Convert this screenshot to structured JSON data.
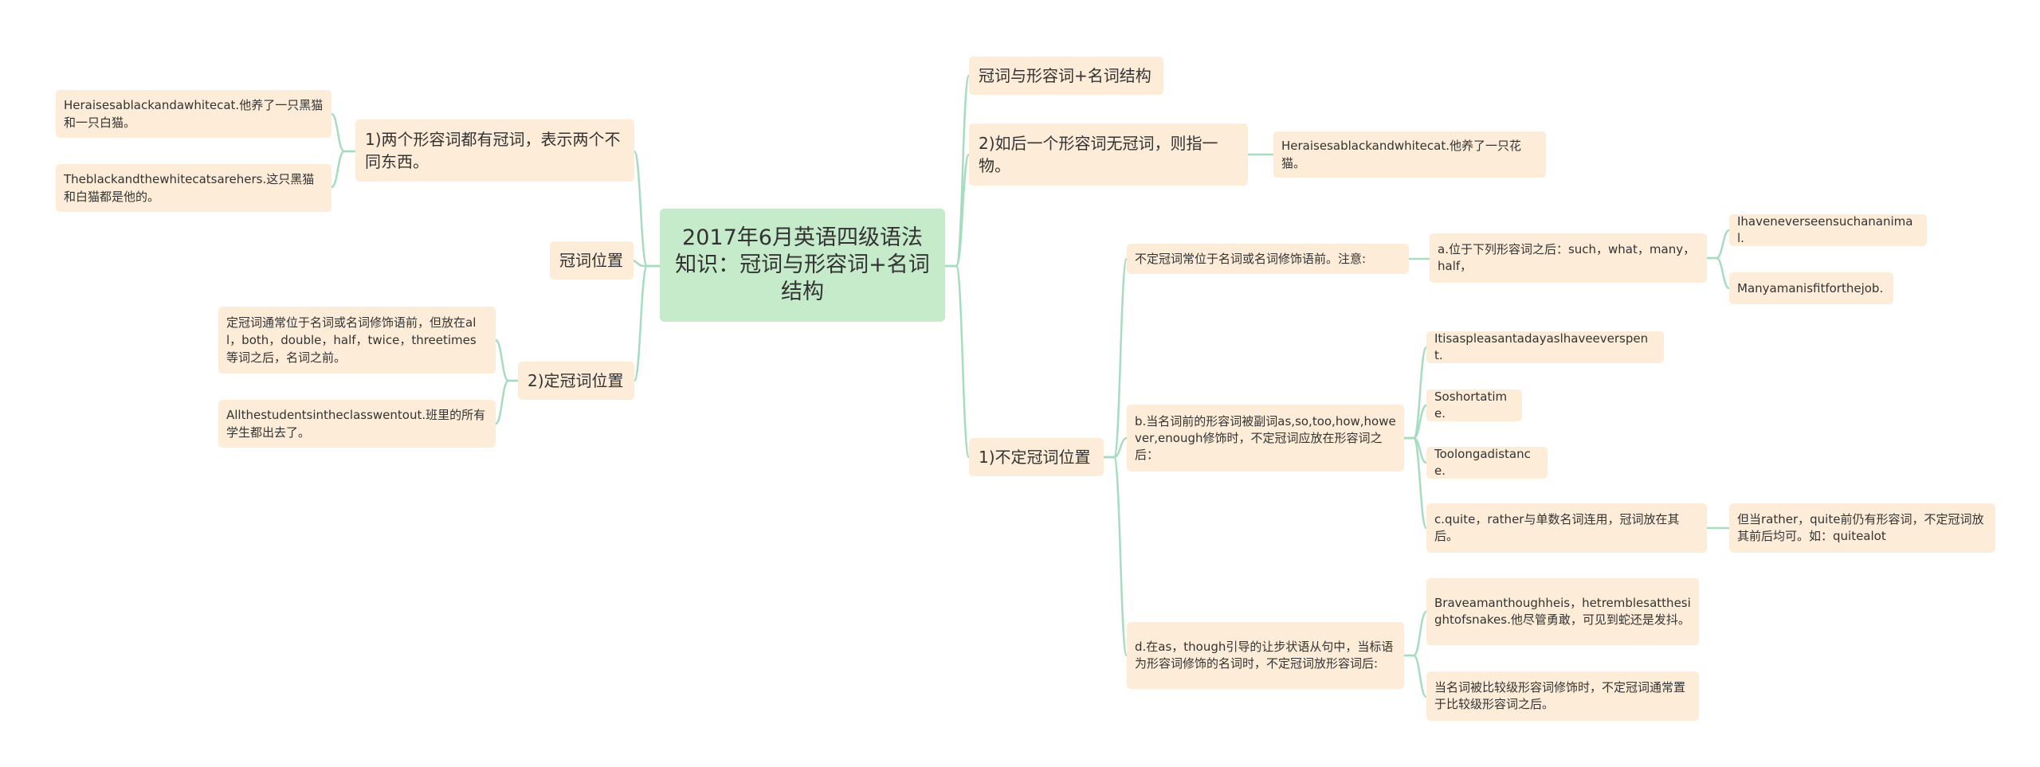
{
  "mindmap": {
    "root": "2017年6月英语四级语法知识：冠词与形容词+名词结构",
    "left": {
      "article_position": "冠词位置",
      "two_adj": "1)两个形容词都有冠词，表示两个不同东西。",
      "two_adj_ex1": "Heraisesablackandawhitecat.他养了一只黑猫和一只白猫。",
      "two_adj_ex2": "Theblackandthewhitecatsarehers.这只黑猫和白猫都是他的。",
      "definite_position": "2)定冠词位置",
      "definite_note": "定冠词通常位于名词或名词修饰语前，但放在all，both，double，half，twice，threetimes等词之后，名词之前。",
      "definite_ex": "Allthestudentsintheclasswentout.班里的所有学生都出去了。"
    },
    "right": {
      "structure": "冠词与形容词+名词结构",
      "second_no_article": "2)如后一个形容词无冠词，则指一物。",
      "second_no_article_ex": "Heraisesablackandwhitecat.他养了一只花猫。",
      "indefinite_position": "1)不定冠词位置",
      "indef_note": "不定冠词常位于名词或名词修饰语前。注意:",
      "indef_a": "a.位于下列形容词之后：such，what，many，half，",
      "indef_a_ex1": "Ihaveneverseensuchananimal.",
      "indef_a_ex2": "Manyamanisfitforthejob.",
      "indef_b": "b.当名词前的形容词被副词as,so,too,how,however,enough修饰时，不定冠词应放在形容词之后：",
      "indef_b_ex1": "Itisaspleasantadayaslhaveeverspent.",
      "indef_b_ex2": "Soshortatime.",
      "indef_b_ex3": "Toolongadistance.",
      "indef_c": "c.quite，rather与单数名词连用，冠词放在其后。",
      "indef_c_ex": "但当rather，quite前仍有形容词，不定冠词放其前后均可。如：quitealot",
      "indef_d": "d.在as，though引导的让步状语从句中，当标语为形容词修饰的名词时，不定冠词放形容词后:",
      "indef_d_ex1": "Braveamanthoughheis，hetremblesatthesightofsnakes.他尽管勇敢，可见到蛇还是发抖。",
      "indef_d_ex2": "当名词被比较级形容词修饰时，不定冠词通常置于比较级形容词之后。"
    },
    "colors": {
      "root_fill": "#c5ebcb",
      "node_fill": "#fdecd8",
      "link": "#a8dcc0",
      "text": "#333333"
    }
  }
}
